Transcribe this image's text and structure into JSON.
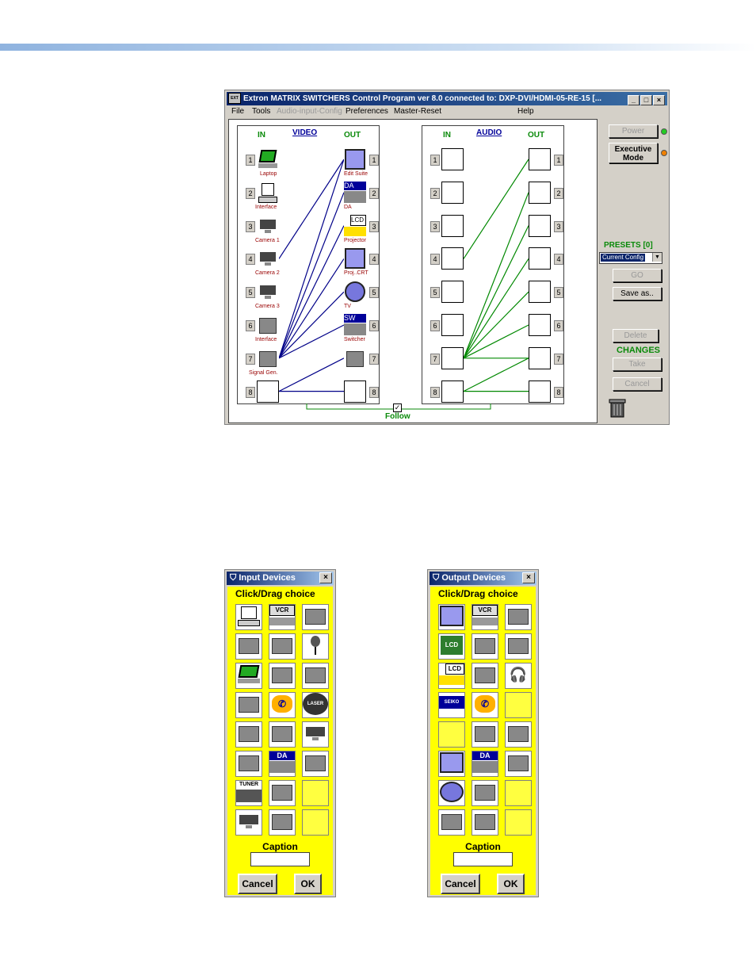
{
  "window": {
    "title": "Extron  MATRIX SWITCHERS Control Program   ver 8.0   connected to:  DXP-DVI/HDMI-05-RE-15  [...",
    "menu": [
      "File",
      "Tools",
      "Audio-input-Config",
      "Preferences",
      "Master-Reset",
      "Help"
    ]
  },
  "video": {
    "label": "VIDEO",
    "in_label": "IN",
    "out_label": "OUT",
    "inputs": [
      "Laptop",
      "Interface",
      "Camera 1",
      "Camera 2",
      "Camera 3",
      "Interface",
      "Signal Gen.",
      ""
    ],
    "outputs": [
      "Edit Suite",
      "DA",
      "Projector",
      "Proj..CRT",
      "TV",
      "Switcher",
      "",
      ""
    ],
    "numbers": [
      "1",
      "2",
      "3",
      "4",
      "5",
      "6",
      "7",
      "8"
    ],
    "ties": [
      [
        7,
        1
      ],
      [
        4,
        1
      ],
      [
        7,
        2
      ],
      [
        7,
        3
      ],
      [
        7,
        4
      ],
      [
        7,
        5
      ],
      [
        7,
        6
      ],
      [
        8,
        7
      ],
      [
        8,
        8
      ]
    ]
  },
  "audio": {
    "label": "AUDIO",
    "in_label": "IN",
    "out_label": "OUT",
    "numbers": [
      "1",
      "2",
      "3",
      "4",
      "5",
      "6",
      "7",
      "8"
    ],
    "ties": [
      [
        4,
        1
      ],
      [
        7,
        2
      ],
      [
        7,
        3
      ],
      [
        7,
        4
      ],
      [
        7,
        5
      ],
      [
        7,
        6
      ],
      [
        7,
        7
      ],
      [
        8,
        8
      ],
      [
        8,
        7
      ]
    ]
  },
  "follow_label": "Follow",
  "sidebar": {
    "power": "Power",
    "executive": "Executive Mode",
    "presets": "PRESETS [0]",
    "preset_value": "Current Config",
    "go": "GO",
    "save_as": "Save as..",
    "delete": "Delete",
    "changes": "CHANGES",
    "take": "Take",
    "cancel": "Cancel"
  },
  "icon_text": {
    "da": "DA",
    "lcd": "LCD",
    "sw": "SW",
    "vcr": "VCR",
    "tuner": "TUNER",
    "laser": "LASER",
    "seiko": "SEIKO"
  },
  "input_dialog": {
    "title": "Input Devices",
    "choice": "Click/Drag choice",
    "caption": "Caption",
    "cancel": "Cancel",
    "ok": "OK",
    "icons": [
      "computer",
      "vcr",
      "cassette",
      "tower-pc",
      "tape-deck",
      "microphone",
      "laptop",
      "signal-generator",
      "document-camera",
      "mac",
      "telephone",
      "laser-disc",
      "satellite-dish",
      "presentation",
      "overhead-camera",
      "dish",
      "da",
      "interface",
      "tuner",
      "switcher",
      "empty",
      "camera",
      "rack",
      "empty"
    ]
  },
  "output_dialog": {
    "title": "Output Devices",
    "choice": "Click/Drag choice",
    "caption": "Caption",
    "cancel": "Cancel",
    "ok": "OK",
    "icons": [
      "projector",
      "vcr",
      "cassette",
      "lcd-monitor",
      "tape-deck",
      "speakers",
      "lcd-projector",
      "video-wall",
      "headphones",
      "seiko",
      "telephone",
      "empty",
      "empty",
      "presentation",
      "keypad",
      "monitor",
      "da",
      "scope",
      "crt",
      "switcher",
      "empty",
      "printer",
      "rack",
      "empty"
    ]
  }
}
